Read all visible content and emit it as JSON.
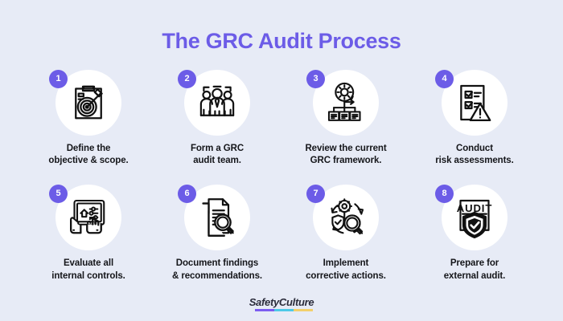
{
  "theme": {
    "background": "#e7ebf6",
    "accent": "#6c5ce7",
    "circle": "#ffffff",
    "text": "#15161a",
    "logo_text": "#2b2c3b"
  },
  "header": {
    "title": "The GRC Audit Process"
  },
  "steps": [
    {
      "number": "1",
      "caption": "Define the\nobjective & scope.",
      "icon": "clipboard-target-icon"
    },
    {
      "number": "2",
      "caption": "Form a GRC\naudit team.",
      "icon": "team-group-icon"
    },
    {
      "number": "3",
      "caption": "Review the current\nGRC framework.",
      "icon": "gear-hierarchy-icon"
    },
    {
      "number": "4",
      "caption": "Conduct\nrisk assessments.",
      "icon": "checklist-warning-icon"
    },
    {
      "number": "5",
      "caption": "Evaluate all\ninternal controls.",
      "icon": "tablet-controls-hands-icon"
    },
    {
      "number": "6",
      "caption": "Document findings\n& recommendations.",
      "icon": "documents-magnifier-icon"
    },
    {
      "number": "7",
      "caption": "Implement\ncorrective actions.",
      "icon": "corrective-cycle-icon"
    },
    {
      "number": "8",
      "caption": "Prepare for\nexternal audit.",
      "icon": "audit-shield-icon"
    }
  ],
  "footer": {
    "brand": "SafetyCulture",
    "bar_colors": [
      "#7b5cf0",
      "#4cc9e8",
      "#f2d06b"
    ]
  }
}
